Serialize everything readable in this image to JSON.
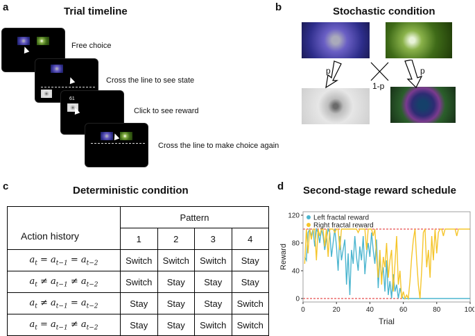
{
  "panels": {
    "a": {
      "letter": "a",
      "title": "Trial timeline",
      "steps": [
        "Free choice",
        "Cross the line to see state",
        "Click to see reward",
        "Cross the line to make choice again"
      ],
      "reward_display": "61"
    },
    "b": {
      "letter": "b",
      "title": "Stochastic condition",
      "left_prob": "p",
      "cross_prob": "1-p",
      "right_prob": "p"
    },
    "c": {
      "letter": "c",
      "title": "Deterministic condition",
      "pattern_header": "Pattern",
      "action_history_header": "Action history",
      "pattern_numbers": [
        "1",
        "2",
        "3",
        "4"
      ],
      "rows": [
        {
          "cells": [
            "Switch",
            "Switch",
            "Switch",
            "Stay"
          ]
        },
        {
          "cells": [
            "Switch",
            "Stay",
            "Stay",
            "Stay"
          ]
        },
        {
          "cells": [
            "Stay",
            "Stay",
            "Stay",
            "Switch"
          ]
        },
        {
          "cells": [
            "Stay",
            "Stay",
            "Switch",
            "Switch"
          ]
        }
      ]
    },
    "d": {
      "letter": "d",
      "title": "Second-stage reward schedule"
    }
  },
  "chart_data": {
    "type": "line",
    "xlabel": "Trial",
    "ylabel": "Reward",
    "xlim": [
      0,
      100
    ],
    "ylim": [
      -5,
      125
    ],
    "xticks": [
      0,
      20,
      40,
      60,
      80,
      100
    ],
    "yticks": [
      0,
      40,
      80,
      120
    ],
    "reference_lines": [
      {
        "y": 100,
        "color": "#e02020",
        "style": "dashed"
      },
      {
        "y": 0,
        "color": "#e02020",
        "style": "dashed"
      }
    ],
    "legend_position": "top-left",
    "series": [
      {
        "name": "Left fractal reward",
        "color": "#4bb5cf",
        "x": [
          1,
          2,
          3,
          4,
          5,
          6,
          7,
          8,
          9,
          10,
          11,
          12,
          13,
          14,
          15,
          16,
          17,
          18,
          19,
          20,
          21,
          22,
          23,
          24,
          25,
          26,
          27,
          28,
          29,
          30,
          31,
          32,
          33,
          34,
          35,
          36,
          37,
          38,
          39,
          40,
          41,
          42,
          43,
          44,
          45,
          46,
          47,
          48,
          49,
          50,
          51,
          52,
          53,
          54,
          55,
          56,
          57,
          58,
          59,
          60,
          61,
          62,
          63,
          64,
          65,
          66,
          67,
          68,
          69,
          70,
          71,
          72,
          73,
          74,
          75,
          76,
          77,
          78,
          79,
          80,
          81,
          82,
          83,
          84,
          85,
          86,
          87,
          88,
          89,
          90,
          91,
          92,
          93,
          94,
          95,
          96,
          97,
          98,
          99,
          100
        ],
        "values": [
          60,
          55,
          95,
          100,
          90,
          100,
          75,
          100,
          95,
          80,
          100,
          90,
          70,
          85,
          100,
          95,
          60,
          80,
          100,
          75,
          40,
          90,
          55,
          70,
          85,
          20,
          65,
          5,
          70,
          50,
          90,
          60,
          40,
          75,
          55,
          90,
          35,
          65,
          80,
          60,
          95,
          70,
          50,
          85,
          15,
          60,
          30,
          45,
          10,
          55,
          5,
          25,
          0,
          35,
          10,
          20,
          0,
          15,
          5,
          0,
          0,
          0,
          0,
          0,
          0,
          0,
          0,
          0,
          0,
          0,
          0,
          0,
          0,
          0,
          0,
          0,
          0,
          0,
          0,
          0,
          0,
          0,
          0,
          0,
          0,
          0,
          0,
          0,
          0,
          0,
          0,
          0,
          0,
          0,
          0,
          0,
          0,
          0,
          0,
          0
        ]
      },
      {
        "name": "Right fractal reward",
        "color": "#f5c52a",
        "x": [
          1,
          2,
          3,
          4,
          5,
          6,
          7,
          8,
          9,
          10,
          11,
          12,
          13,
          14,
          15,
          16,
          17,
          18,
          19,
          20,
          21,
          22,
          23,
          24,
          25,
          26,
          27,
          28,
          29,
          30,
          31,
          32,
          33,
          34,
          35,
          36,
          37,
          38,
          39,
          40,
          41,
          42,
          43,
          44,
          45,
          46,
          47,
          48,
          49,
          50,
          51,
          52,
          53,
          54,
          55,
          56,
          57,
          58,
          59,
          60,
          61,
          62,
          63,
          64,
          65,
          66,
          67,
          68,
          69,
          70,
          71,
          72,
          73,
          74,
          75,
          76,
          77,
          78,
          79,
          80,
          81,
          82,
          83,
          84,
          85,
          86,
          87,
          88,
          89,
          90,
          91,
          92,
          93,
          94,
          95,
          96,
          97,
          98,
          99,
          100
        ],
        "values": [
          50,
          100,
          65,
          100,
          85,
          100,
          100,
          55,
          100,
          90,
          100,
          100,
          75,
          100,
          60,
          100,
          100,
          100,
          95,
          100,
          100,
          70,
          100,
          100,
          100,
          100,
          100,
          100,
          100,
          100,
          100,
          100,
          95,
          100,
          100,
          100,
          100,
          70,
          100,
          100,
          100,
          90,
          100,
          60,
          30,
          70,
          20,
          60,
          45,
          80,
          30,
          55,
          70,
          10,
          50,
          90,
          20,
          40,
          0,
          10,
          0,
          5,
          0,
          25,
          60,
          85,
          100,
          55,
          20,
          0,
          40,
          95,
          100,
          45,
          70,
          30,
          90,
          55,
          100,
          65,
          95,
          100,
          100,
          90,
          100,
          100,
          100,
          100,
          100,
          100,
          100,
          90,
          100,
          100,
          100,
          100,
          100,
          100,
          100,
          100
        ]
      }
    ]
  }
}
